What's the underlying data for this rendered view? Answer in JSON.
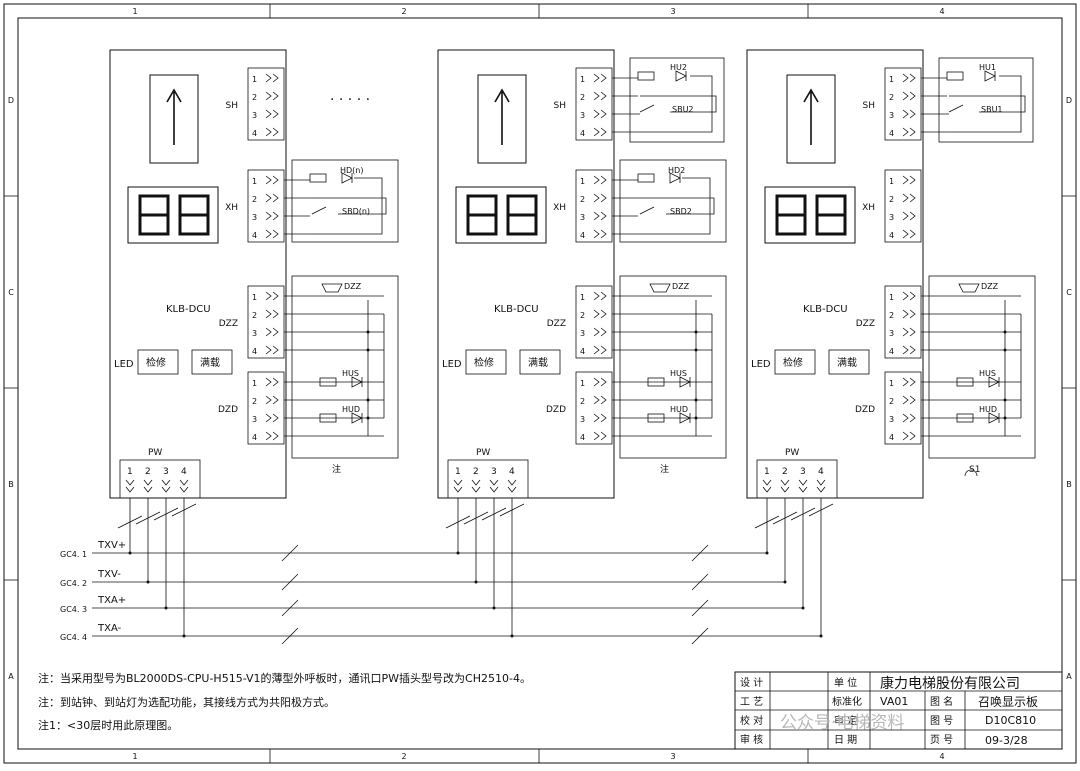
{
  "frame": {
    "col_labels": [
      "1",
      "2",
      "3",
      "4"
    ],
    "row_labels": [
      "D",
      "C",
      "B",
      "A"
    ]
  },
  "boards": [
    {
      "id": "b1",
      "title": "KLB-DCU",
      "sh": "SH",
      "xh": "XH",
      "dzz": "DZZ",
      "dzd": "DZD",
      "led": "LED",
      "btn1": "检修",
      "btn2": "满载",
      "pw": "PW",
      "note": "注",
      "sh_parts": [],
      "xh_parts": [
        "HD(n)",
        "SBD(n)"
      ],
      "buzzer": "DZZ",
      "dzd_parts": [
        "HUS",
        "HUD"
      ]
    },
    {
      "id": "b2",
      "title": "KLB-DCU",
      "sh": "SH",
      "xh": "XH",
      "dzz": "DZZ",
      "dzd": "DZD",
      "led": "LED",
      "btn1": "检修",
      "btn2": "满载",
      "pw": "PW",
      "note": "注",
      "sh_parts": [
        "HU2",
        "SBU2"
      ],
      "xh_parts": [
        "HD2",
        "SBD2"
      ],
      "buzzer": "DZZ",
      "dzd_parts": [
        "HUS",
        "HUD"
      ]
    },
    {
      "id": "b3",
      "title": "KLB-DCU",
      "sh": "SH",
      "xh": "XH",
      "dzz": "DZZ",
      "dzd": "DZD",
      "led": "LED",
      "btn1": "检修",
      "btn2": "满载",
      "pw": "PW",
      "note": "S1",
      "sh_parts": [
        "HU1",
        "SBU1"
      ],
      "xh_parts": [],
      "buzzer": "DZZ",
      "dzd_parts": [
        "HUS",
        "HUD"
      ]
    }
  ],
  "pins": [
    "1",
    "2",
    "3",
    "4"
  ],
  "ellipsis": ". . . . .",
  "bus": [
    {
      "label": "TXV+",
      "ref": "GC4. 1"
    },
    {
      "label": "TXV-",
      "ref": "GC4. 2"
    },
    {
      "label": "TXA+",
      "ref": "GC4. 3"
    },
    {
      "label": "TXA-",
      "ref": "GC4. 4"
    }
  ],
  "notes": [
    "注：当采用型号为BL2000DS-CPU-H515-V1的薄型外呼板时，通讯口PW插头型号改为CH2510-4。",
    "注：到站钟、到站灯为选配功能，其接线方式为共阳极方式。",
    "注1：<30层时用此原理图。"
  ],
  "title_block": {
    "design": "设 计",
    "process": "工 艺",
    "check": "校 对",
    "review": "审 核",
    "unit_label": "单 位",
    "company": "康力电梯股份有限公司",
    "std_label": "标准化",
    "std_val": "VA01",
    "drawing_name_label": "图 名",
    "drawing_name": "召唤显示板",
    "approve_label": "审 定",
    "drawing_no_label": "图 号",
    "drawing_no": "D10C810",
    "date_label": "日 期",
    "page_label": "页 号",
    "page": "09-3/28",
    "watermark": "公众号·电梯资料"
  }
}
